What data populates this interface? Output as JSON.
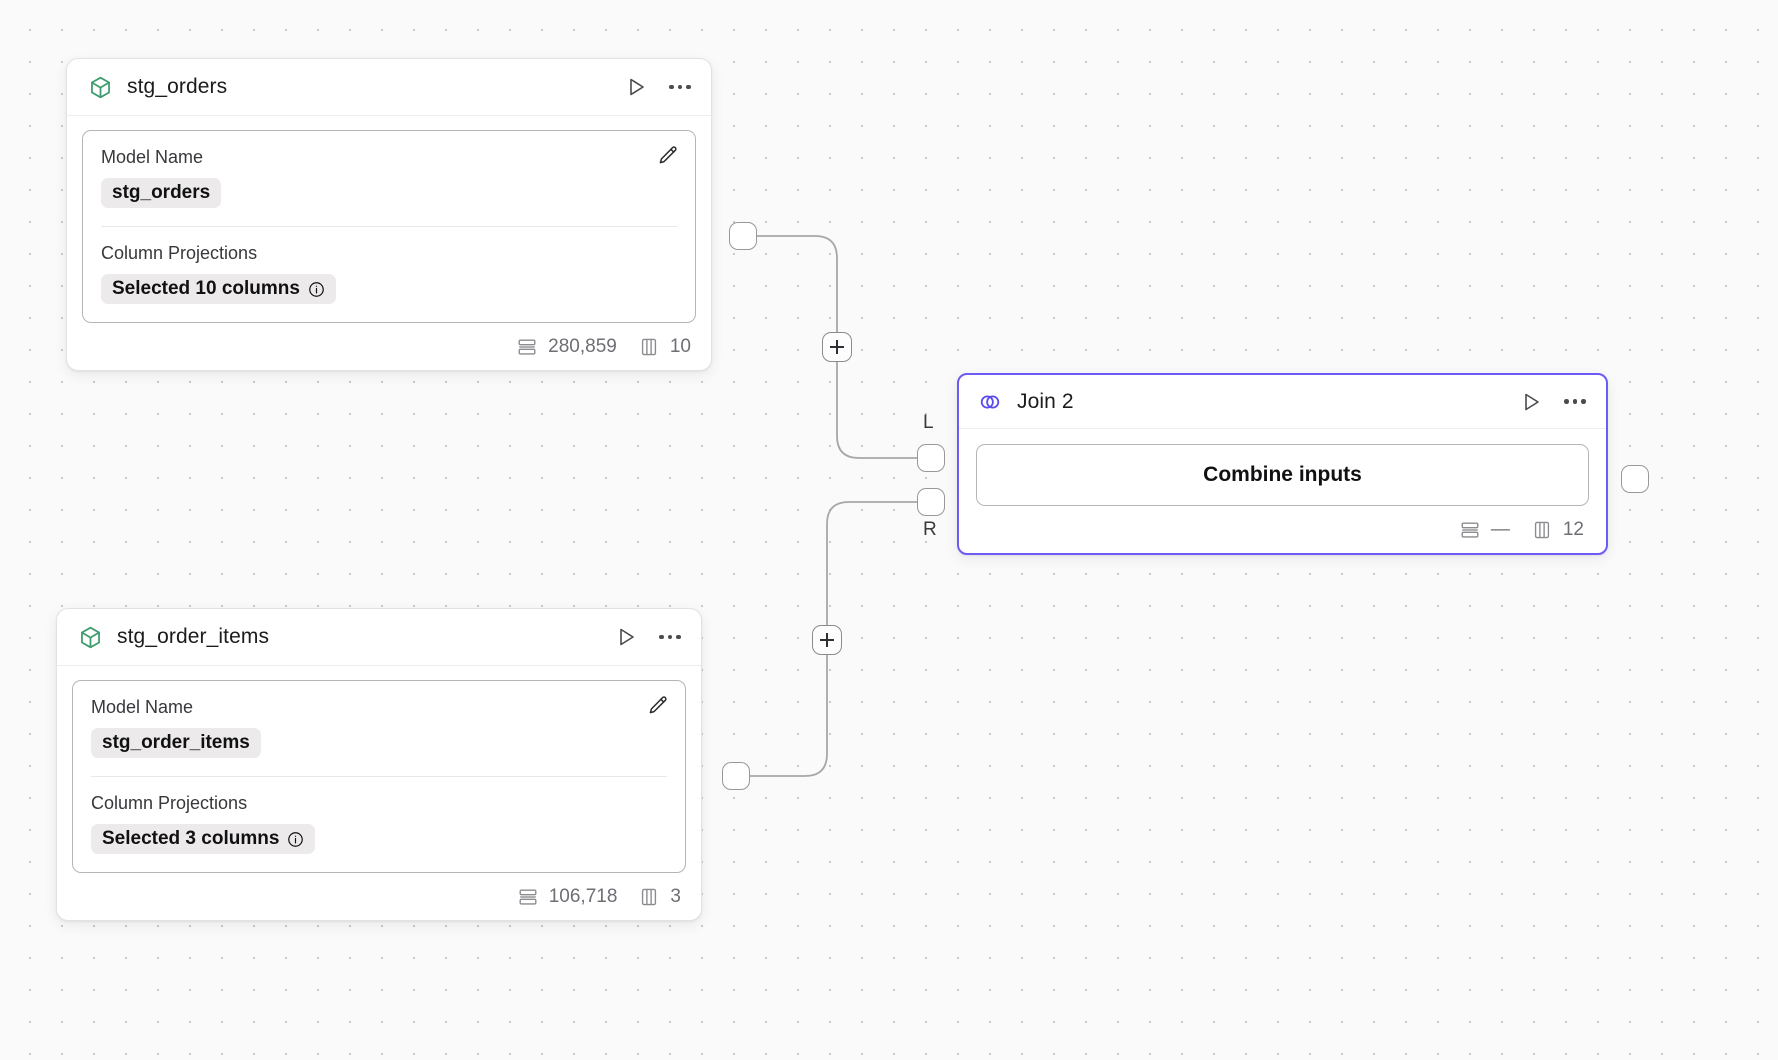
{
  "canvas": {
    "background_color": "#fafafa",
    "dot_color": "#c9c9c9",
    "accent_color": "#6b5cf6",
    "model_icon_color": "#3f9c6d"
  },
  "nodes": [
    {
      "id": "stg_orders",
      "icon": "cube-icon",
      "title": "stg_orders",
      "run_icon": "play-icon",
      "menu_icon": "more-horizontal-icon",
      "fields": [
        {
          "label": "Model Name",
          "value": "stg_orders",
          "has_info": false
        },
        {
          "label": "Column Projections",
          "value": "Selected 10 columns",
          "has_info": true
        }
      ],
      "edit_icon": "pencil-icon",
      "footer": {
        "rows_icon": "rows-icon",
        "rows": "280,859",
        "cols_icon": "columns-icon",
        "cols": "10"
      }
    },
    {
      "id": "stg_order_items",
      "icon": "cube-icon",
      "title": "stg_order_items",
      "run_icon": "play-icon",
      "menu_icon": "more-horizontal-icon",
      "fields": [
        {
          "label": "Model Name",
          "value": "stg_order_items",
          "has_info": false
        },
        {
          "label": "Column Projections",
          "value": "Selected 3 columns",
          "has_info": true
        }
      ],
      "edit_icon": "pencil-icon",
      "footer": {
        "rows_icon": "rows-icon",
        "rows": "106,718",
        "cols_icon": "columns-icon",
        "cols": "3"
      }
    }
  ],
  "join_node": {
    "id": "join_2",
    "icon": "venn-join-icon",
    "title": "Join 2",
    "run_icon": "play-icon",
    "menu_icon": "more-horizontal-icon",
    "body_button": "Combine inputs",
    "selected": true,
    "footer": {
      "rows_icon": "rows-icon",
      "rows": "—",
      "cols_icon": "columns-icon",
      "cols": "12"
    },
    "input_labels": {
      "left": "L",
      "right": "R"
    }
  },
  "edge_buttons": [
    {
      "name": "add-node-on-edge-top",
      "label": "+"
    },
    {
      "name": "add-node-on-edge-bottom",
      "label": "+"
    }
  ]
}
